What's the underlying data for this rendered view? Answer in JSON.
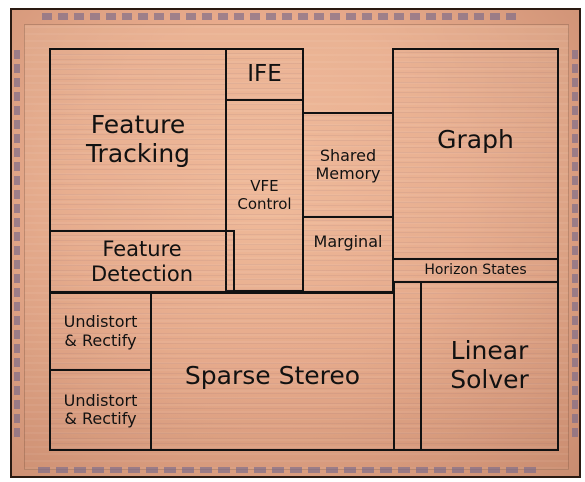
{
  "blocks": {
    "feature_tracking": "Feature\nTracking",
    "ife": "IFE",
    "vfe_control": "VFE\nControl",
    "shared_memory": "Shared\nMemory",
    "graph": "Graph",
    "feature_detection": "Feature\nDetection",
    "marginal": "Marginal",
    "horizon_states": "Horizon States",
    "undistort_rectify_1": "Undistort\n& Rectify",
    "undistort_rectify_2": "Undistort\n& Rectify",
    "sparse_stereo": "Sparse Stereo",
    "linear_solver": "Linear\nSolver"
  },
  "colors": {
    "block_border": "#111111",
    "chip_fill": "#e8ab8c",
    "label_text": "#111111"
  }
}
